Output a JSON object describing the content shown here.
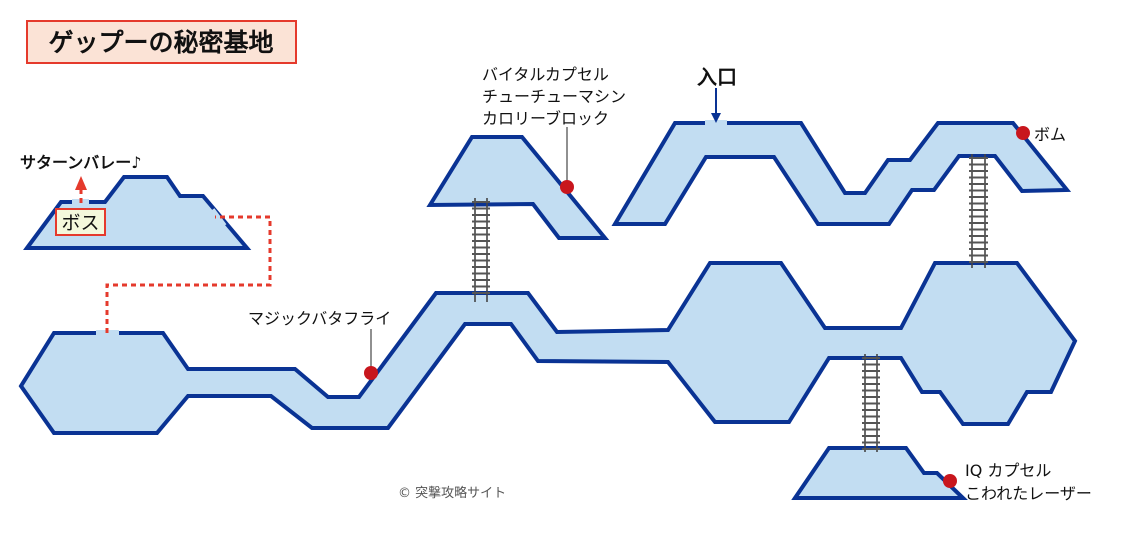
{
  "title": "ゲップーの秘密基地",
  "labels": {
    "saturn_valley": "サターンバレー♪",
    "boss": "ボス",
    "items_top": [
      "バイタルカプセル",
      "チューチューマシン",
      "カロリーブロック"
    ],
    "entrance": "入口",
    "bomb": "ボム",
    "magic_butterfly": "マジックバタフライ",
    "items_bottom": [
      "IQ カプセル",
      "こわれたレーザー"
    ],
    "copyright": "© 突撃攻略サイト"
  },
  "colors": {
    "room_fill": "#c2ddf2",
    "room_stroke": "#0a3394",
    "item_marker": "#c8161d",
    "route": "#e53a2c",
    "title_bg": "#fbe3d6"
  }
}
